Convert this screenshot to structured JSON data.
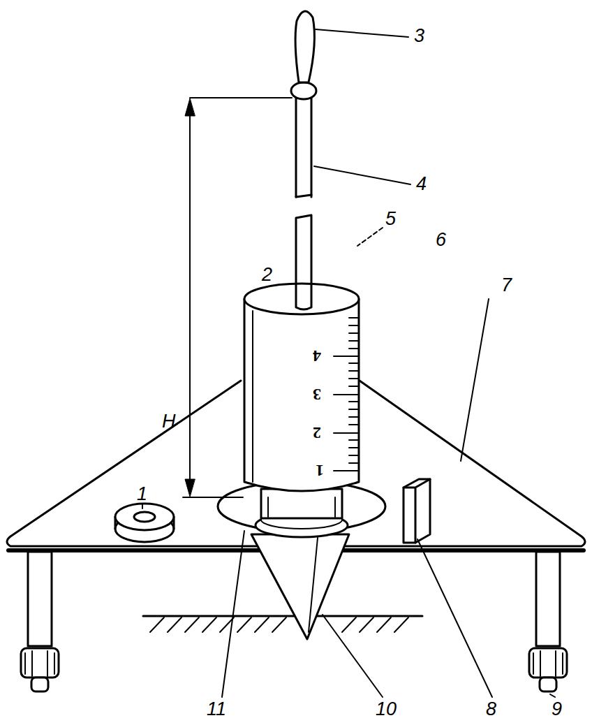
{
  "diagram": {
    "labels": [
      "3",
      "4",
      "5",
      "6",
      "7",
      "2",
      "4",
      "3",
      "2",
      "1",
      "H",
      "1",
      "11",
      "10",
      "8",
      "9"
    ]
  }
}
